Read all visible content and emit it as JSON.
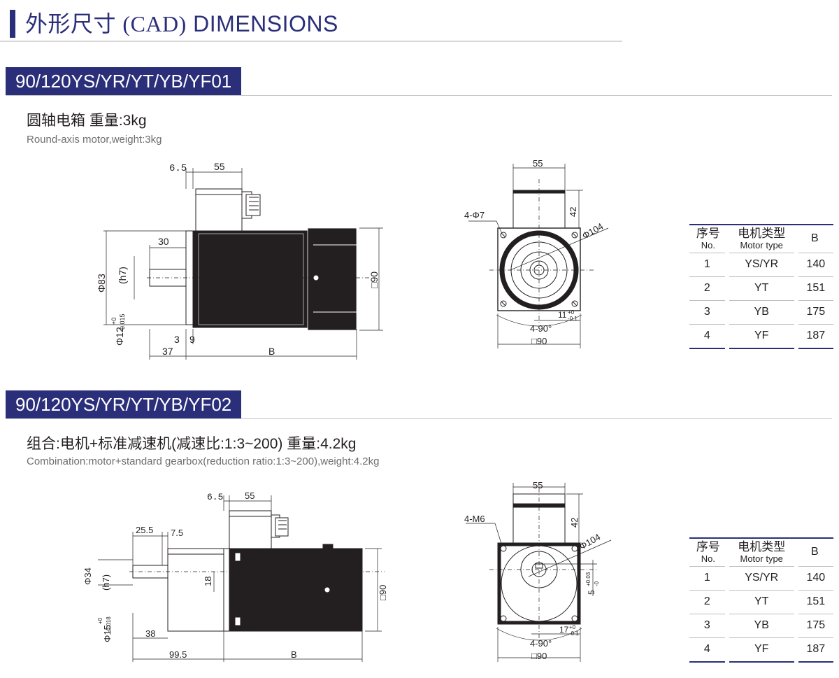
{
  "header": {
    "title_cn": "外形尺寸",
    "title_cad": "(CAD)",
    "title_en": "DIMENSIONS"
  },
  "sections": [
    {
      "model": "90/120YS/YR/YT/YB/YF01",
      "desc_cn": "圆轴电箱 重量:3kg",
      "desc_en": "Round-axis motor,weight:3kg",
      "side_dims": {
        "d_6_5": "6.5",
        "d_55": "55",
        "d_30": "30",
        "d_phi83": "Φ83",
        "d_h7": "(h7)",
        "d_phi12": "Φ12",
        "d_tol_up": "+0",
        "d_tol_low": "-0.015",
        "d_3": "3",
        "d_9": "9",
        "d_37": "37",
        "d_B": "B",
        "d_sq90": "□90"
      },
      "front_dims": {
        "d_55": "55",
        "d_42": "42",
        "d_holes": "4-Φ7",
        "d_phi104": "Φ104",
        "d_key": "11",
        "d_key_up": "+0",
        "d_key_low": "-0.1",
        "d_angle": "4-90°",
        "d_sq90": "□90"
      },
      "table": {
        "h_no_cn": "序号",
        "h_no_en": "No.",
        "h_type_cn": "电机类型",
        "h_type_en": "Motor type",
        "h_b": "B",
        "rows": [
          {
            "no": "1",
            "type": "YS/YR",
            "b": "140"
          },
          {
            "no": "2",
            "type": "YT",
            "b": "151"
          },
          {
            "no": "3",
            "type": "YB",
            "b": "175"
          },
          {
            "no": "4",
            "type": "YF",
            "b": "187"
          }
        ]
      }
    },
    {
      "model": "90/120YS/YR/YT/YB/YF02",
      "desc_cn": "组合:电机+标准减速机(减速比:1:3~200) 重量:4.2kg",
      "desc_en": "Combination:motor+standard gearbox(reduction ratio:1:3~200),weight:4.2kg",
      "side_dims": {
        "d_6_5": "6.5",
        "d_55": "55",
        "d_25_5": "25.5",
        "d_7_5": "7.5",
        "d_phi34": "Φ34",
        "d_h7": "(h7)",
        "d_18": "18",
        "d_phi15": "Φ15",
        "d_tol_up": "+0",
        "d_tol_low": "-0.018",
        "d_38": "38",
        "d_99_5": "99.5",
        "d_B": "B",
        "d_sq90": "□90"
      },
      "front_dims": {
        "d_55": "55",
        "d_42": "42",
        "d_holes": "4-M6",
        "d_phi104": "Φ104",
        "d_5": "5",
        "d_5_up": "+0.03",
        "d_5_low": "-0",
        "d_key": "17",
        "d_key_up": "+0",
        "d_key_low": "-0.1",
        "d_angle": "4-90°",
        "d_sq90": "□90"
      },
      "table": {
        "h_no_cn": "序号",
        "h_no_en": "No.",
        "h_type_cn": "电机类型",
        "h_type_en": "Motor type",
        "h_b": "B",
        "rows": [
          {
            "no": "1",
            "type": "YS/YR",
            "b": "140"
          },
          {
            "no": "2",
            "type": "YT",
            "b": "151"
          },
          {
            "no": "3",
            "type": "YB",
            "b": "175"
          },
          {
            "no": "4",
            "type": "YF",
            "b": "187"
          }
        ]
      }
    }
  ],
  "colors": {
    "brand": "#2b2f7a",
    "ink": "#231f20",
    "body_grey": "#6d6e71",
    "rule_grey": "#d8d8d8",
    "motor_body": "#231f20"
  }
}
